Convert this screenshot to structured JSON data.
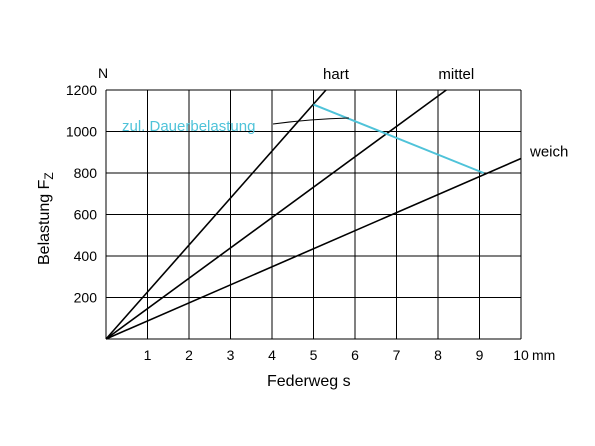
{
  "chart_data": {
    "type": "line",
    "x_axis": {
      "label": "Federweg s",
      "unit": "mm",
      "range": [
        0,
        10
      ],
      "ticks": [
        "1",
        "2",
        "3",
        "4",
        "5",
        "6",
        "7",
        "8",
        "9",
        "10"
      ]
    },
    "y_axis": {
      "label_main": "Belastung F",
      "label_sub": "Z",
      "unit": "N",
      "range": [
        0,
        1200
      ],
      "ticks": [
        "200",
        "400",
        "600",
        "800",
        "1000",
        "1200"
      ]
    },
    "grid": true,
    "series": [
      {
        "name": "hart",
        "points": [
          [
            0,
            0
          ],
          [
            5.3,
            1200
          ]
        ]
      },
      {
        "name": "mittel",
        "points": [
          [
            0,
            0
          ],
          [
            8.2,
            1200
          ]
        ]
      },
      {
        "name": "weich",
        "points": [
          [
            0,
            0
          ],
          [
            10,
            870
          ]
        ]
      }
    ],
    "annotation": {
      "text": "zul. Dauerbelastung",
      "curve": [
        [
          5,
          1130
        ],
        [
          9.1,
          800
        ]
      ],
      "color": "#4fc3d9"
    },
    "colors": {
      "line": "#000000",
      "grid": "#000000",
      "annotation": "#4fc3d9"
    }
  }
}
